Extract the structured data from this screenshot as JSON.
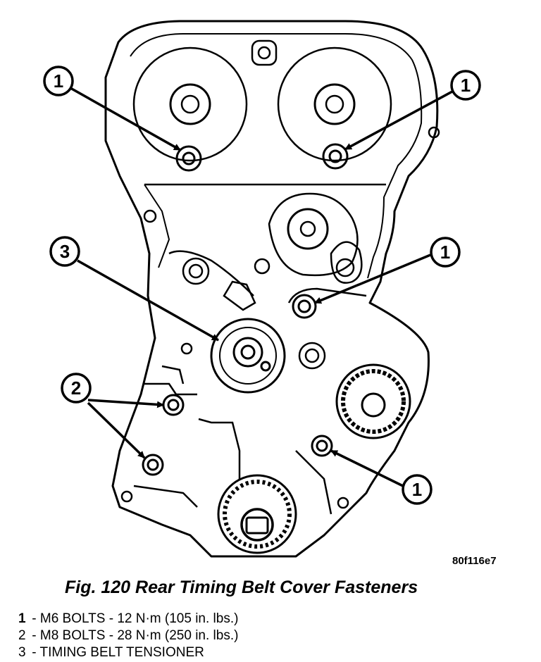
{
  "callouts": [
    {
      "number": "1",
      "part": "m6-bolt"
    },
    {
      "number": "1",
      "part": "m6-bolt"
    },
    {
      "number": "1",
      "part": "m6-bolt"
    },
    {
      "number": "1",
      "part": "m6-bolt"
    },
    {
      "number": "2",
      "part": "m8-bolt"
    },
    {
      "number": "3",
      "part": "timing-belt-tensioner"
    }
  ],
  "figure_code": "80f116e7",
  "caption": "Fig. 120 Rear Timing Belt Cover Fasteners",
  "legend": [
    {
      "num": "1",
      "text": " - M6 BOLTS - 12 N·m (105 in. lbs.)"
    },
    {
      "num": "2",
      "text": " - M8 BOLTS - 28 N·m (250 in. lbs.)"
    },
    {
      "num": "3",
      "text": " - TIMING BELT TENSIONER"
    }
  ]
}
